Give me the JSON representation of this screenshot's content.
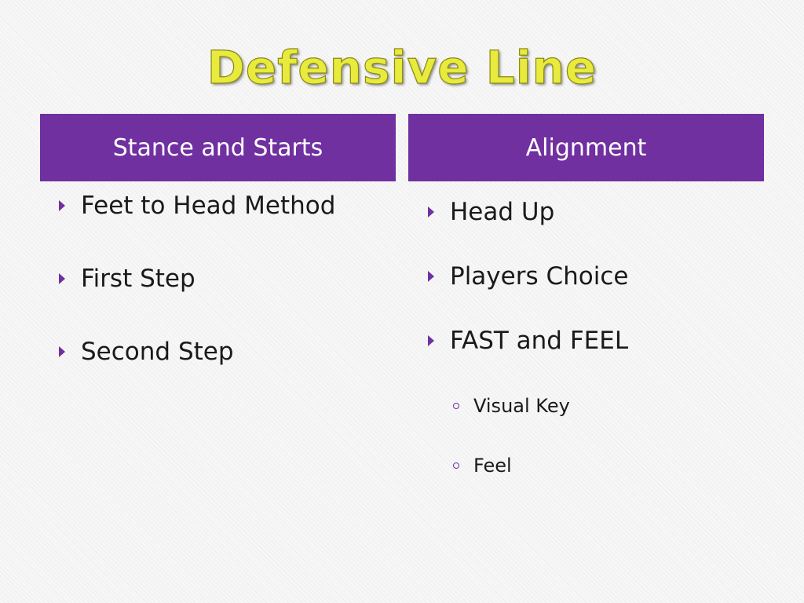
{
  "slide": {
    "title": "Defensive Line",
    "title_color": "#e8ea3c",
    "accent_color": "#7030a0"
  },
  "left": {
    "header": "Stance and Starts",
    "items": [
      {
        "text": "Feet to Head Method",
        "bullet": "triangle-bullet-icon"
      },
      {
        "text": "First Step",
        "bullet": "triangle-bullet-icon"
      },
      {
        "text": "Second Step",
        "bullet": "triangle-bullet-icon"
      }
    ]
  },
  "right": {
    "header": "Alignment",
    "items": [
      {
        "text": "Head Up",
        "bullet": "triangle-bullet-icon"
      },
      {
        "text": "Players Choice",
        "bullet": "triangle-bullet-icon"
      },
      {
        "text": "FAST and FEEL",
        "bullet": "triangle-bullet-icon"
      }
    ],
    "subitems": [
      {
        "text": "Visual Key",
        "bullet": "ring-bullet-icon"
      },
      {
        "text": "Feel",
        "bullet": "ring-bullet-icon"
      }
    ]
  }
}
